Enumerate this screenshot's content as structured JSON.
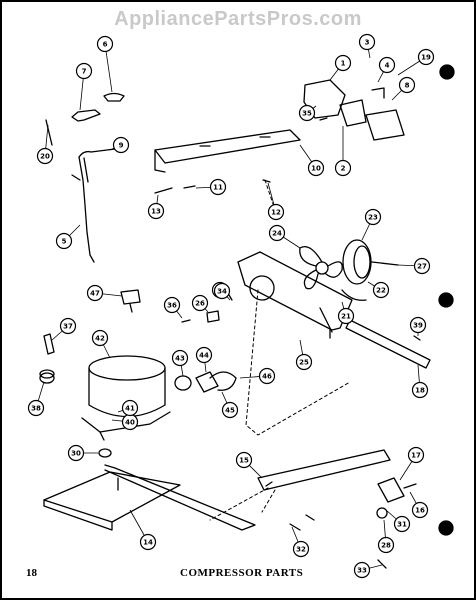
{
  "watermark": "AppliancePartsPros.com",
  "page_number": "18",
  "caption": "COMPRESSOR PARTS",
  "callouts": [
    "1",
    "2",
    "3",
    "4",
    "5",
    "6",
    "7",
    "8",
    "9",
    "10",
    "11",
    "12",
    "13",
    "14",
    "15",
    "16",
    "17",
    "18",
    "19",
    "20",
    "21",
    "22",
    "23",
    "24",
    "25",
    "26",
    "27",
    "28",
    "29",
    "30",
    "31",
    "32",
    "33",
    "34",
    "35",
    "36",
    "37",
    "38",
    "39",
    "40",
    "41",
    "42",
    "43",
    "44",
    "45",
    "46",
    "47"
  ]
}
